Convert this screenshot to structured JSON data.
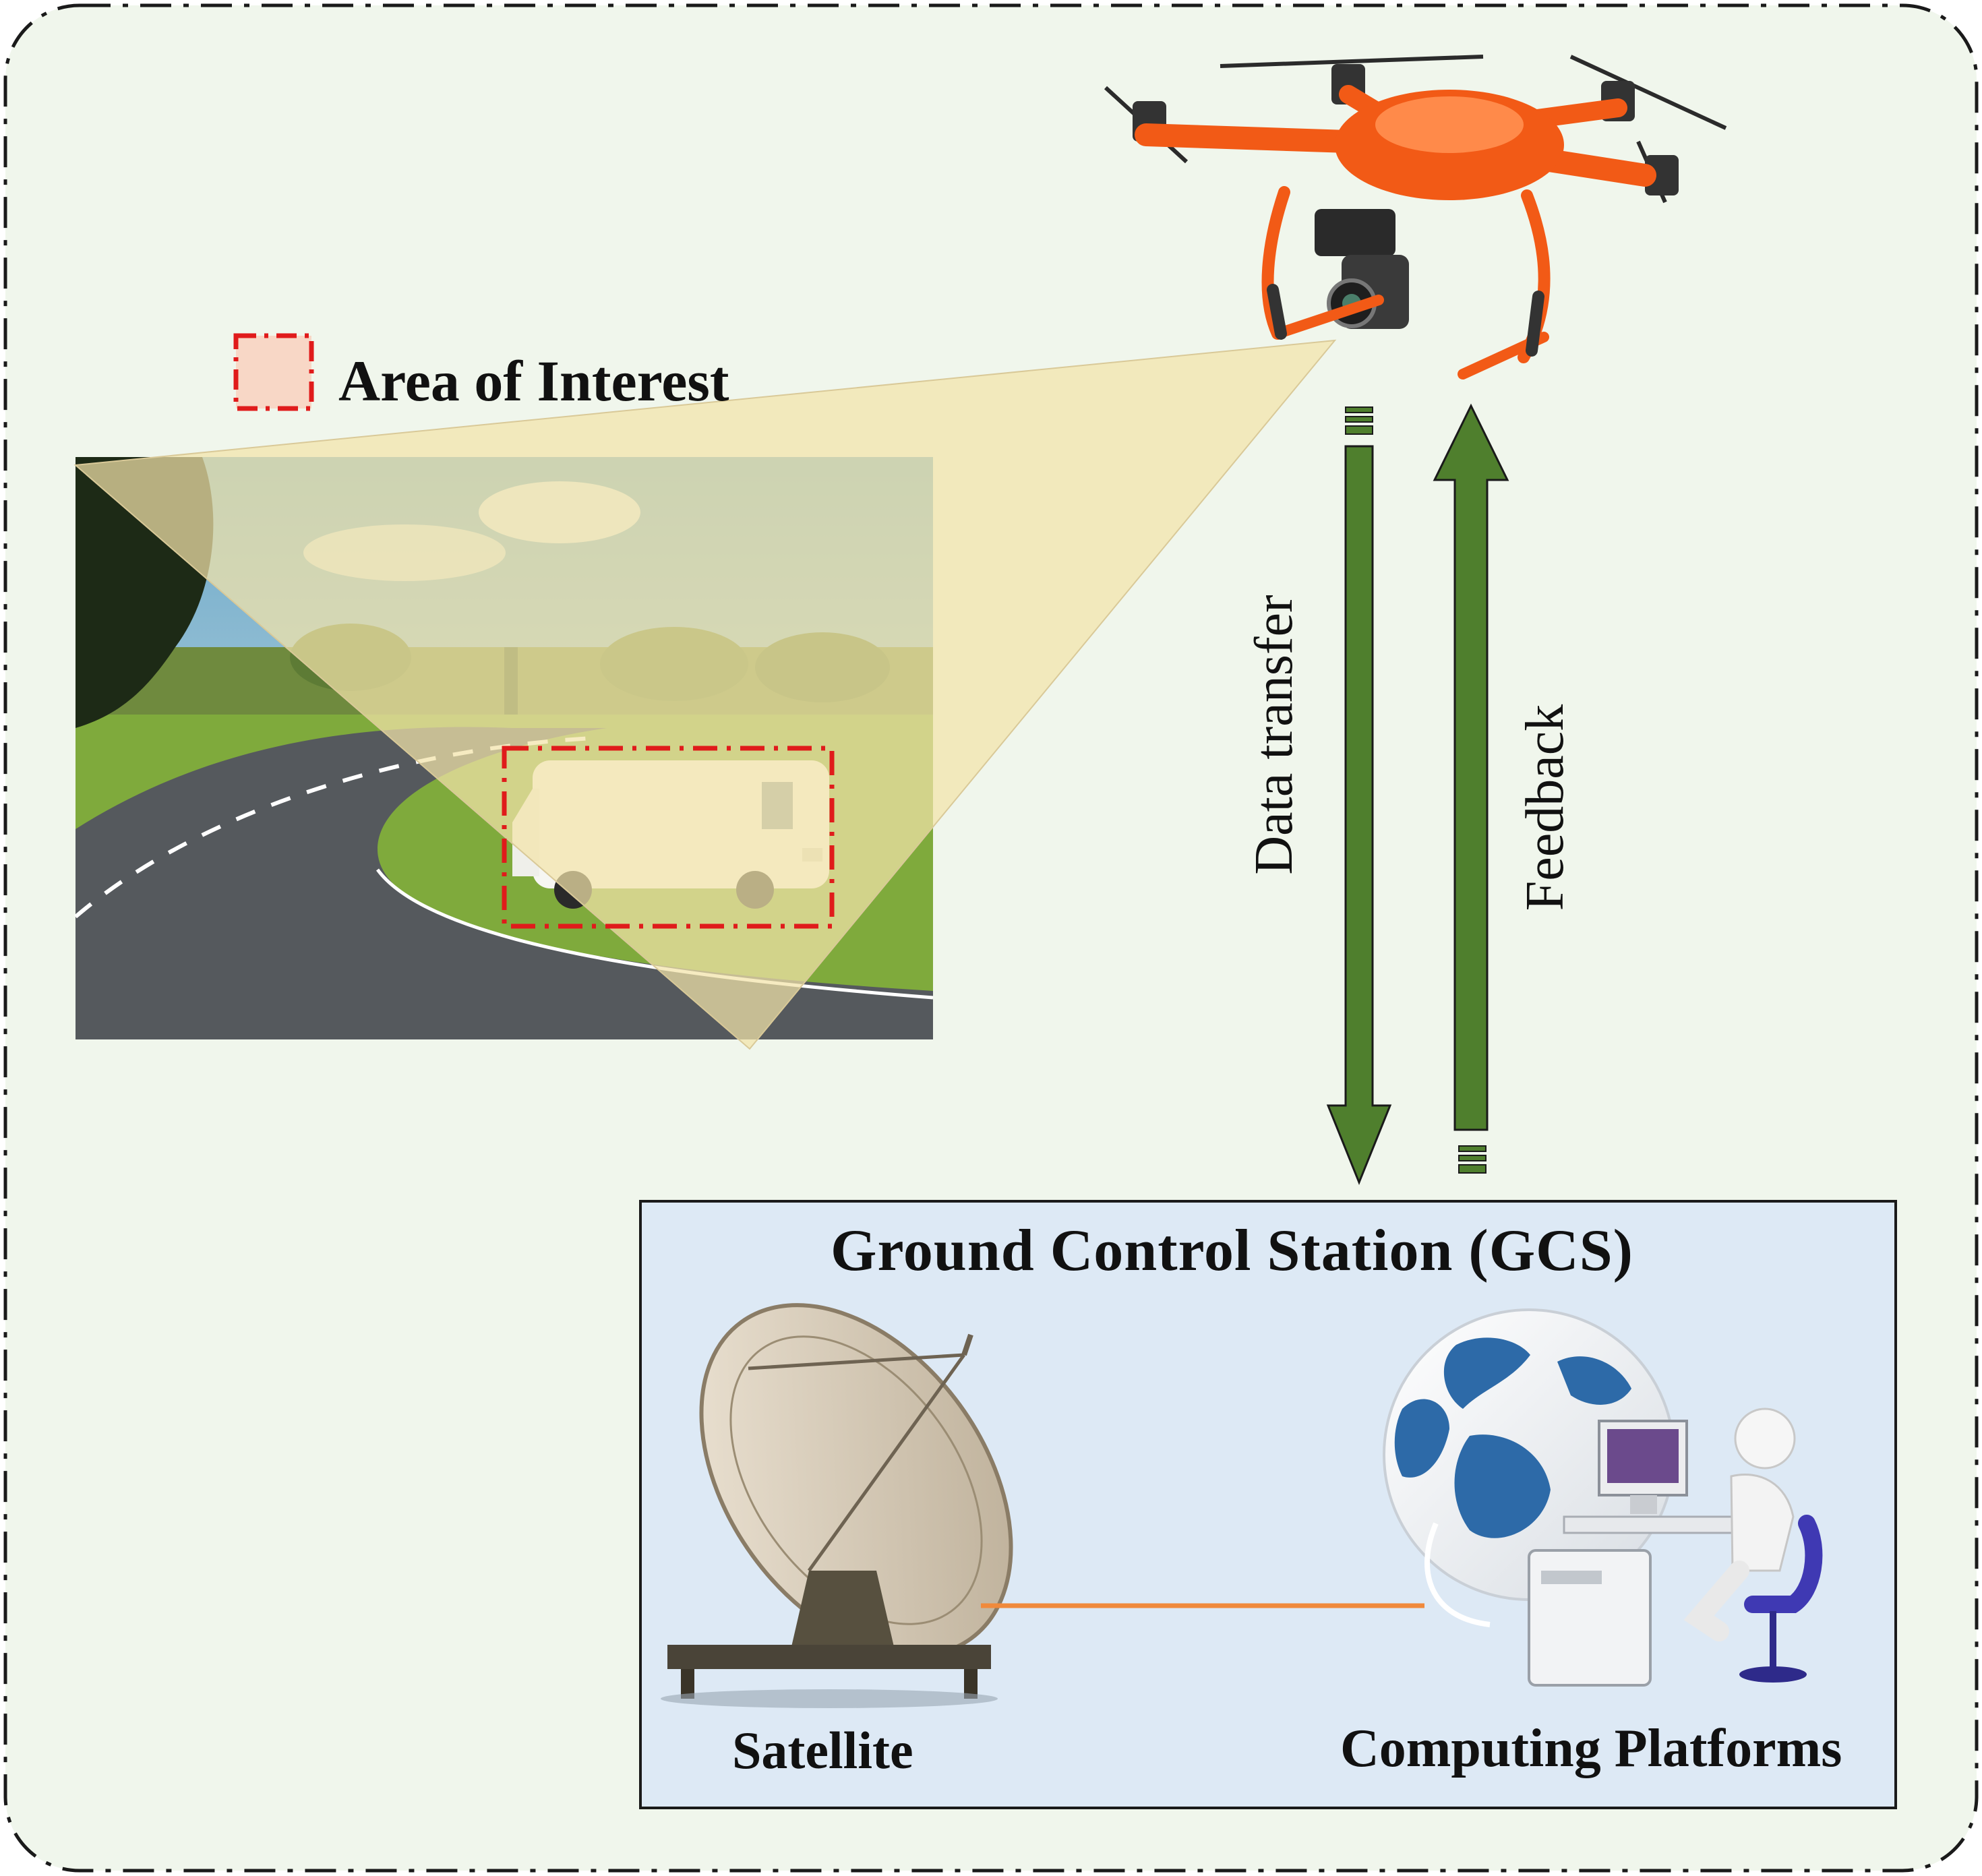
{
  "legend": {
    "label": "Area of Interest"
  },
  "arrows": {
    "down_label": "Data transfer",
    "up_label": "Feedback"
  },
  "gcs": {
    "title": "Ground Control Station (GCS)",
    "satellite_label": "Satellite",
    "computing_label": "Computing Platforms"
  },
  "colors": {
    "outer_background": "#f0f6ec",
    "gcs_background": "#dde9f5",
    "arrow_green": "#4f7f2d",
    "highlight_red": "#e01b1b",
    "link_orange": "#f08a3c",
    "drone_orange": "#f25a16",
    "field_of_view": "#f3e3a9"
  }
}
